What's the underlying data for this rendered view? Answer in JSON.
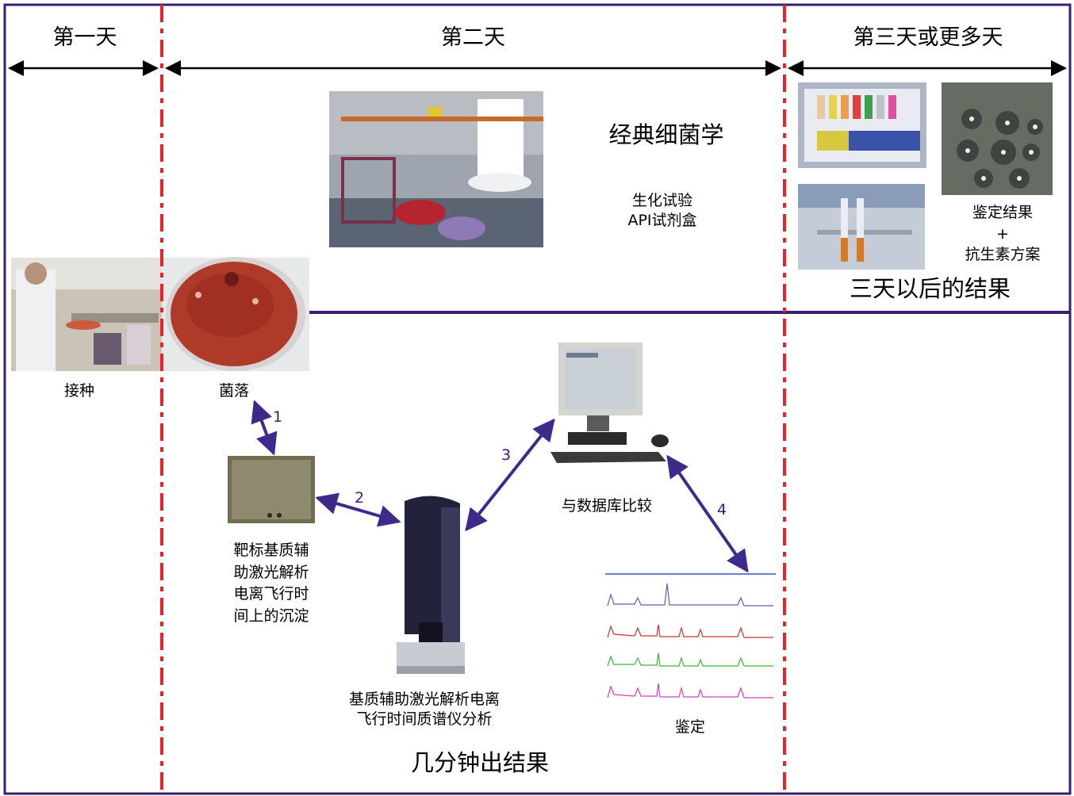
{
  "days": {
    "day1": "第一天",
    "day2": "第二天",
    "day3": "第三天或更多天"
  },
  "classic": {
    "title": "经典细菌学",
    "tests_line1": "生化试验",
    "tests_line2": "API试剂盒",
    "result_line1": "鉴定结果",
    "result_plus": "+",
    "result_line2": "抗生素方案",
    "after_three_days": "三天以后的结果"
  },
  "labels": {
    "inoculation": "接种",
    "colony": "菌落",
    "target_line1": "靶标基质辅",
    "target_line2": "助激光解析",
    "target_line3": "电离飞行时",
    "target_line4": "间上的沉淀",
    "compare_db": "与数据库比较",
    "maldi_line1": "基质辅助激光解析电离",
    "maldi_line2": "飞行时间质谱仪分析",
    "identification": "鉴定",
    "minutes_result": "几分钟出结果"
  },
  "steps": [
    "1",
    "2",
    "3",
    "4"
  ],
  "colors": {
    "frame": "#3a1f6e",
    "divider": "#e8232a",
    "arrow": "#3d2a8a"
  }
}
